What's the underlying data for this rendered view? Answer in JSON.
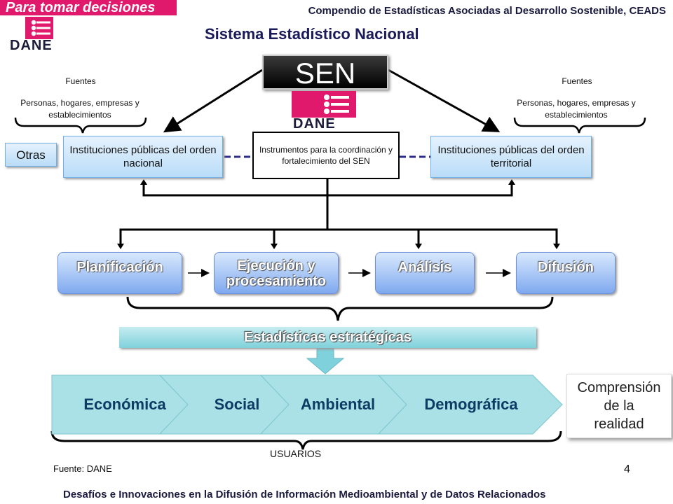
{
  "header": {
    "banner": "Para tomar decisiones",
    "compendio": "Compendio de Estadísticas Asociadas al  Desarrollo Sostenible, CEADS",
    "title": "Sistema Estadístico Nacional",
    "logo_text": "DANE"
  },
  "sen": {
    "label": "SEN",
    "logo_text": "DANE"
  },
  "fuentes_left": {
    "title": "Fuentes",
    "text": "Personas, hogares, empresas y establecimientos"
  },
  "fuentes_right": {
    "title": "Fuentes",
    "text": "Personas, hogares, empresas y establecimientos"
  },
  "otras": "Otras",
  "inst_nacional": "Instituciones públicas del orden nacional",
  "inst_territorial": "Instituciones públicas del orden territorial",
  "coord": "Instrumentos para la coordinación y fortalecimiento del SEN",
  "process": [
    {
      "label": "Planificación"
    },
    {
      "label": "Ejecución y procesamiento"
    },
    {
      "label": "Análisis"
    },
    {
      "label": "Difusión"
    }
  ],
  "estrategicas": "Estadísticas  estratégicas",
  "categories": [
    {
      "label": "Económica"
    },
    {
      "label": "Social"
    },
    {
      "label": "Ambiental"
    },
    {
      "label": "Demográfica"
    }
  ],
  "comprension": "Comprensión de  la realidad",
  "usuarios": "USUARIOS",
  "fuente": "Fuente: DANE",
  "page_number": "4",
  "footer": "Desafíos e Innovaciones en la Difusión de Información Medioambiental y de Datos Relacionados",
  "colors": {
    "brand_pink": "#e0196c",
    "institution_blue": "#b9dcf8",
    "process_blue": "#7fa9ef",
    "strategic_teal": "#7fd1db",
    "chevron_teal": "#a9e1e6"
  }
}
